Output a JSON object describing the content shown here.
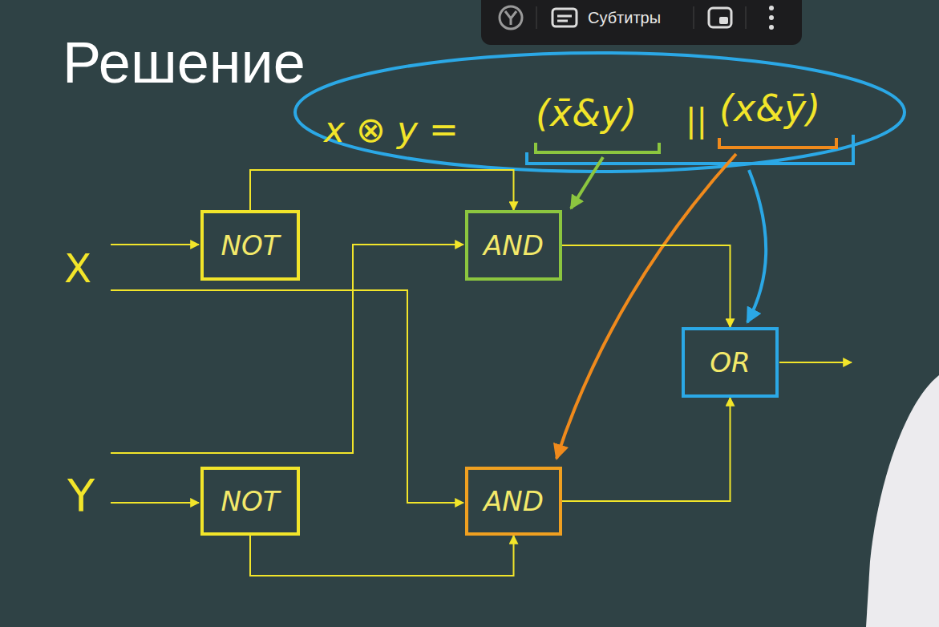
{
  "diagram": {
    "title": "Решение",
    "nodes": [
      {
        "text": [
          "NOT"
        ]
      },
      {
        "text": [
          "AND"
        ]
      },
      {
        "text": [
          "OR"
        ]
      },
      {
        "text": [
          "NOT"
        ]
      },
      {
        "text": [
          "AND"
        ]
      }
    ],
    "edges": [
      {
        "from": 0,
        "to": 1,
        "arrow": "to"
      },
      {
        "from": 3,
        "to": 4,
        "arrow": "to"
      },
      {
        "from": 1,
        "to": 2,
        "arrow": "to"
      },
      {
        "from": 4,
        "to": 2,
        "arrow": "to"
      }
    ],
    "labels": [
      "Субтитры",
      "x ⊗ y =",
      "(x̄&y)",
      "||",
      "(x&ȳ)",
      "X",
      "Y"
    ]
  }
}
